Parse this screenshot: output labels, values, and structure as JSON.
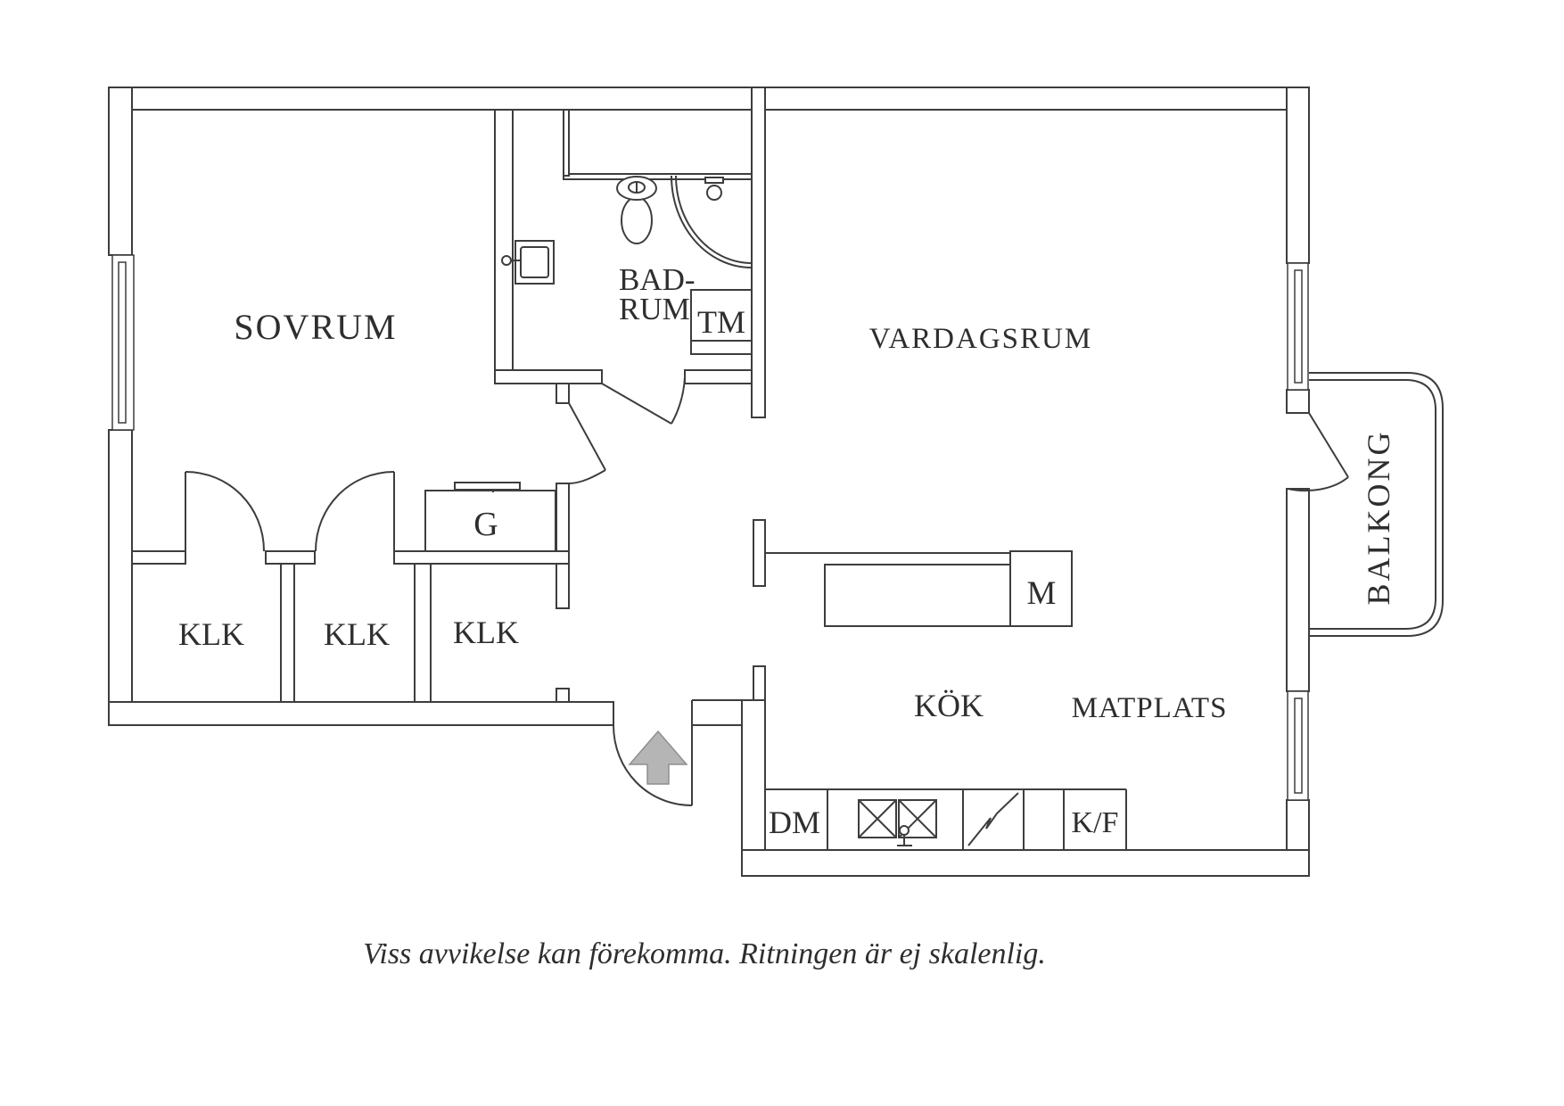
{
  "floorplan": {
    "labels": {
      "bedroom": "SOVRUM",
      "living_room": "VARDAGSRUM",
      "bathroom_line1": "BAD-",
      "bathroom_line2": "RUM",
      "washing_machine": "TM",
      "wardrobe": "G",
      "closets": [
        "KLK",
        "KLK",
        "KLK"
      ],
      "kitchen_appliance_m": "M",
      "kitchen": "KÖK",
      "dining": "MATPLATS",
      "balcony": "BALKONG",
      "dishwasher": "DM",
      "fridge_freezer": "K/F"
    },
    "caption": "Viss avvikelse kan förekomma. Ritningen är ej skalenlig.",
    "colors": {
      "wall_line": "#3d3d3d",
      "text": "#2e2e2e",
      "arrow_fill": "#b5b5b5",
      "arrow_stroke": "#8f8f8f",
      "background": "#ffffff"
    }
  }
}
